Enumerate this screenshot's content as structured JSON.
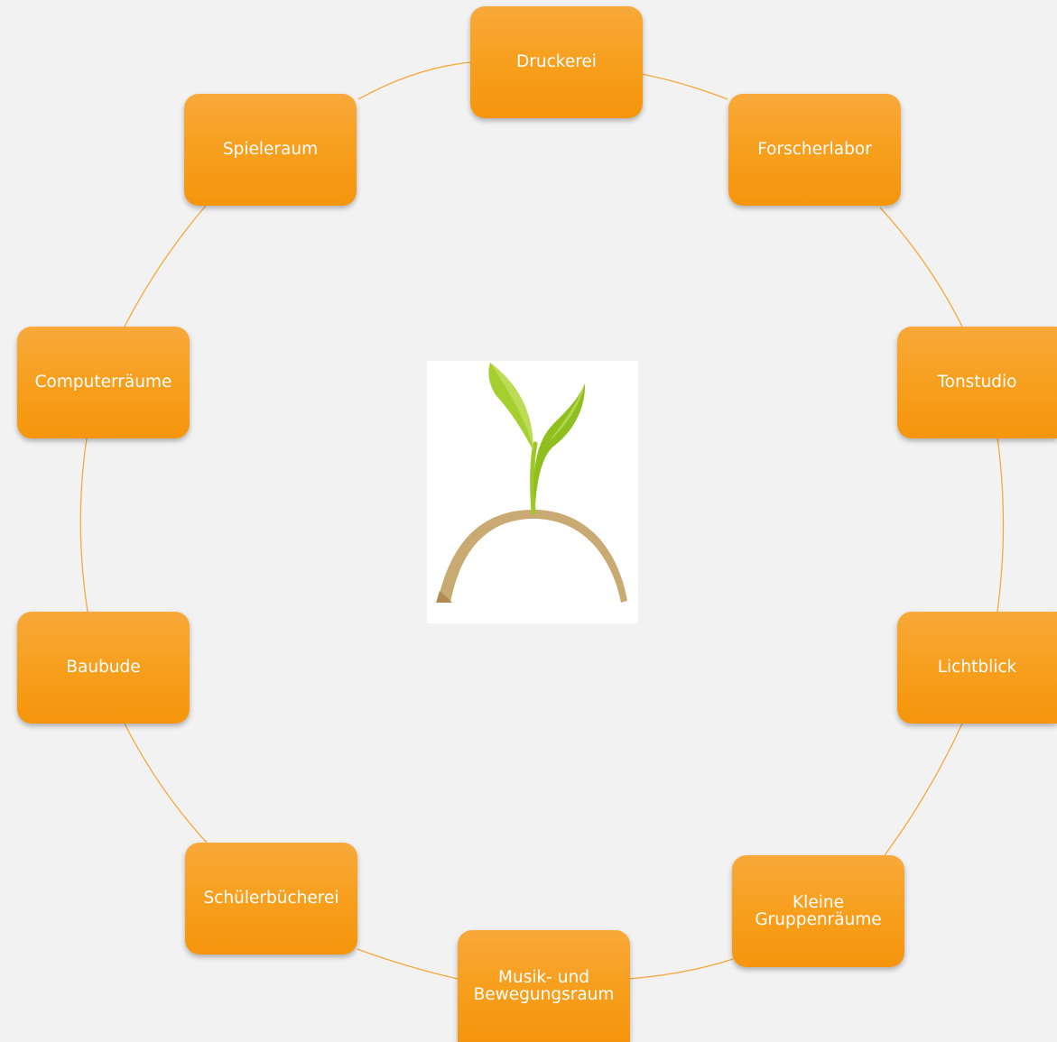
{
  "diagram": {
    "nodes": [
      {
        "id": "druckerei",
        "label": "Druckerei"
      },
      {
        "id": "forscherlabor",
        "label": "Forscherlabor"
      },
      {
        "id": "tonstudio",
        "label": "Tonstudio"
      },
      {
        "id": "lichtblick",
        "label": "Lichtblick"
      },
      {
        "id": "kleine-gruppenraeume",
        "label": "Kleine Gruppenräume"
      },
      {
        "id": "musik-bewegungsraum",
        "label": "Musik- und Bewegungsraum"
      },
      {
        "id": "schuelerbuecherei",
        "label": "Schülerbücherei"
      },
      {
        "id": "baubude",
        "label": "Baubude"
      },
      {
        "id": "computerraeume",
        "label": "Computerräume"
      },
      {
        "id": "spieleraum",
        "label": "Spieleraum"
      }
    ],
    "colors": {
      "node_fill": "#f79e1b",
      "node_text": "#ffffff",
      "ring_line": "#f4a93c",
      "background": "#f2f2f2",
      "logo_leaf": "#9cc925",
      "logo_arc": "#c9aa72"
    },
    "center_image": "sprout-over-arc-logo"
  }
}
